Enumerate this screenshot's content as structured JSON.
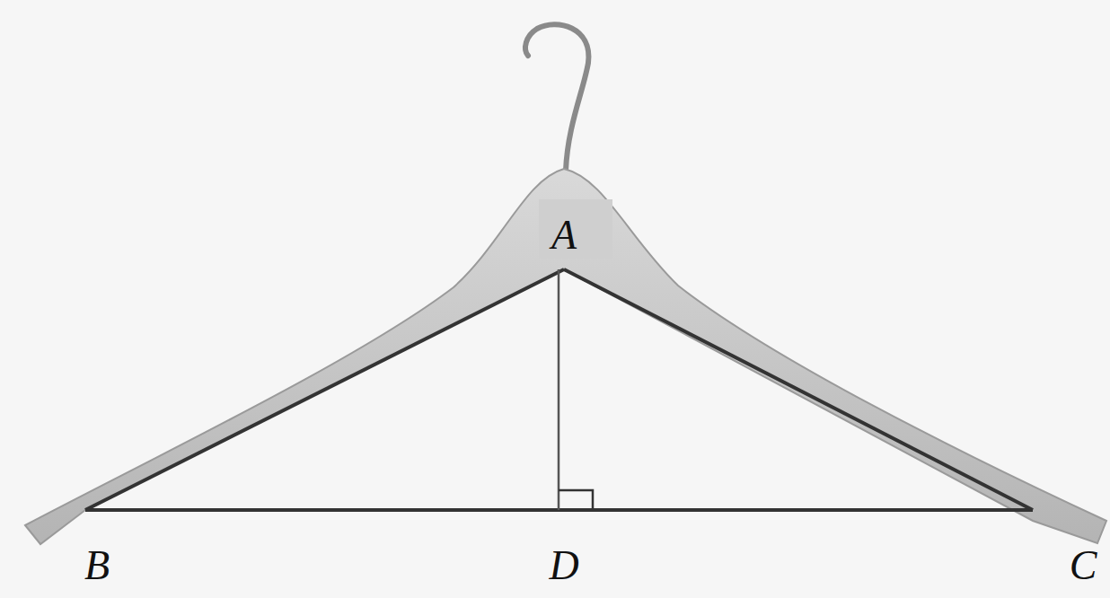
{
  "diagram": {
    "labels": [
      "A",
      "B",
      "D",
      "C"
    ]
  }
}
